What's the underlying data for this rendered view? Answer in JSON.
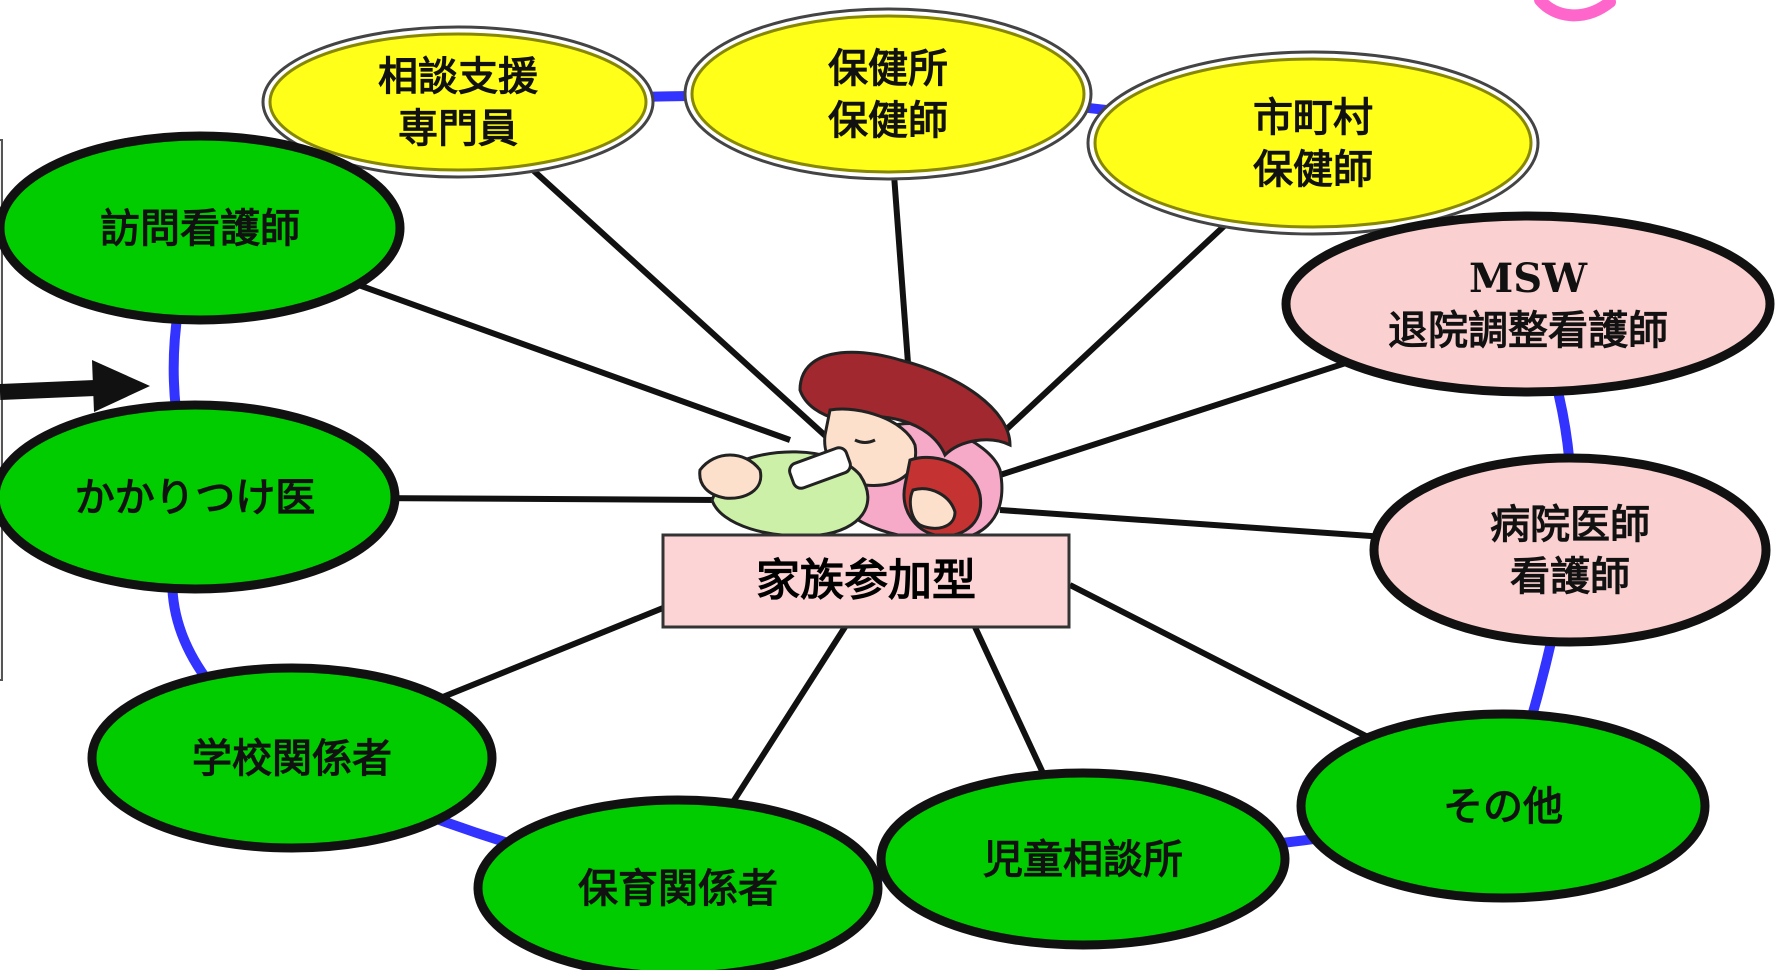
{
  "diagram": {
    "center_label": "家族参加型",
    "nodes": [
      {
        "id": "soudan",
        "lines": [
          "相談支援",
          "専門員"
        ],
        "category": "yellow"
      },
      {
        "id": "hokenjo",
        "lines": [
          "保健所",
          "保健師"
        ],
        "category": "yellow"
      },
      {
        "id": "shichoson",
        "lines": [
          "市町村",
          "保健師"
        ],
        "category": "yellow"
      },
      {
        "id": "msw",
        "lines": [
          "MSW",
          "退院調整看護師"
        ],
        "category": "pink"
      },
      {
        "id": "byoin",
        "lines": [
          "病院医師",
          "看護師"
        ],
        "category": "pink"
      },
      {
        "id": "sonota",
        "lines": [
          "その他"
        ],
        "category": "green"
      },
      {
        "id": "jido",
        "lines": [
          "児童相談所"
        ],
        "category": "green"
      },
      {
        "id": "hoiku",
        "lines": [
          "保育関係者"
        ],
        "category": "green"
      },
      {
        "id": "gakko",
        "lines": [
          "学校関係者"
        ],
        "category": "green"
      },
      {
        "id": "kakaritsuke",
        "lines": [
          "かかりつけ医"
        ],
        "category": "green"
      },
      {
        "id": "homon",
        "lines": [
          "訪問看護師"
        ],
        "category": "green"
      }
    ]
  },
  "colors": {
    "yellow": "#ffff19",
    "pink": "#fbd0d0",
    "green": "#00cc00",
    "ring": "#3333ff",
    "spoke": "#111111",
    "center_fill": "#fcd4d6",
    "accent_pink": "#ff66cc"
  },
  "icons": {
    "illustration": "mother-holding-baby-icon",
    "arrow": "arrow-right-icon"
  }
}
